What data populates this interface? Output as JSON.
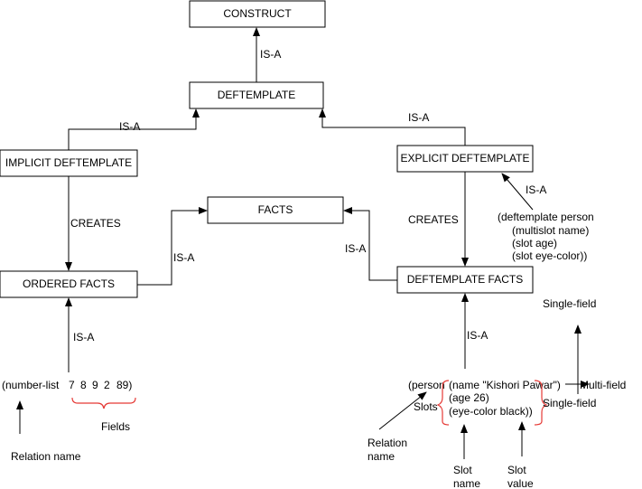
{
  "nodes": {
    "construct": "CONSTRUCT",
    "deftemplate": "DEFTEMPLATE",
    "implicit": "IMPLICIT DEFTEMPLATE",
    "explicit": "EXPLICIT DEFTEMPLATE",
    "facts": "FACTS",
    "ordered": "ORDERED FACTS",
    "deffacts": "DEFTEMPLATE FACTS"
  },
  "edges": {
    "isa": "IS-A",
    "creates": "CREATES"
  },
  "ordered_example": {
    "open": "(number-list",
    "values": [
      "7",
      "8",
      "9",
      "2",
      "89)"
    ],
    "fields_label": "Fields",
    "relation_label": "Relation name"
  },
  "deftemplate_def": [
    "(deftemplate person",
    "(multislot name)",
    "(slot age)",
    "(slot eye-color))"
  ],
  "template_fact": {
    "head": "(person",
    "slots": [
      "(name  \"Kishori Pawar\")",
      "(age 26)",
      "(eye-color black))"
    ],
    "slots_label": "Slots",
    "relation_line1": "Relation",
    "relation_line2": "name",
    "slot_name_line1": "Slot",
    "slot_name_line2": "name",
    "slot_value_line1": "Slot",
    "slot_value_line2": "value",
    "multi_field": "Multi-field",
    "single_field_top": "Single-field",
    "single_field_bottom": "Single-field"
  },
  "colors": {
    "line": "#000000",
    "brace": "#e53935",
    "box_fill": "#ffffff"
  }
}
